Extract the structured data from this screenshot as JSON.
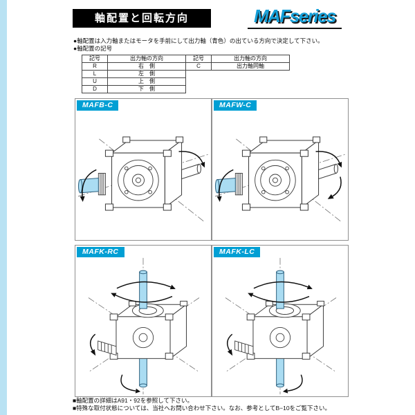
{
  "colors": {
    "accent_blue": "#149fd8",
    "panel_label_bg": "#019fd4",
    "left_stripe_blue": "#b9e2f3",
    "output_shaft_blue": "#aadcf2",
    "title_bar_bg": "#000000"
  },
  "header": {
    "title": "軸配置と回転方向",
    "brand": "MAFseries"
  },
  "intro": {
    "line1": "●軸配置は入力軸またはモータを手前にして出力軸（青色）の出ている方向で決定して下さい。",
    "line2": "●軸配置の記号"
  },
  "symbol_table": {
    "headers": [
      "記号",
      "出力軸の方向",
      "記号",
      "出力軸の方向"
    ],
    "left_rows": [
      {
        "symbol": "R",
        "direction": "右　側"
      },
      {
        "symbol": "L",
        "direction": "左　側"
      },
      {
        "symbol": "U",
        "direction": "上　側"
      },
      {
        "symbol": "D",
        "direction": "下　側"
      }
    ],
    "right_rows": [
      {
        "symbol": "C",
        "direction": "出力軸同軸"
      }
    ]
  },
  "panels": [
    {
      "label": "MAFB-C"
    },
    {
      "label": "MAFW-C"
    },
    {
      "label": "MAFK-RC"
    },
    {
      "label": "MAFK-LC"
    }
  ],
  "footer": {
    "line1": "■軸配置の詳細はA91・92を参照して下さい。",
    "line2": "■特殊な取付状態については、当社へお問い合わせ下さい。なお、参考としてB−10をご覧下さい。"
  }
}
